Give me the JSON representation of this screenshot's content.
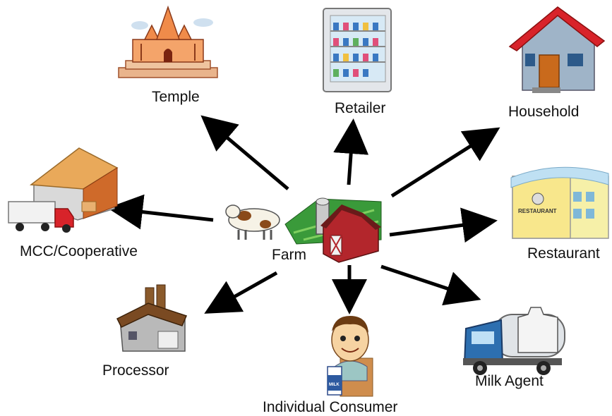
{
  "center": {
    "label": "Farm"
  },
  "nodes": {
    "temple": {
      "label": "Temple"
    },
    "retailer": {
      "label": "Retailer"
    },
    "household": {
      "label": "Household"
    },
    "restaurant": {
      "label": "Restaurant"
    },
    "milk_agent": {
      "label": "Milk Agent"
    },
    "consumer": {
      "label": "Individual Consumer"
    },
    "processor": {
      "label": "Processor"
    },
    "mcc": {
      "label": "MCC/Cooperative"
    }
  },
  "signage": {
    "restaurant_sign": "RESTAURANT",
    "milk_carton": "MILK"
  },
  "colors": {
    "arrow": "#000000",
    "roof_red": "#d8232a",
    "barn_red": "#b3262c",
    "grass": "#3a9a3a"
  }
}
